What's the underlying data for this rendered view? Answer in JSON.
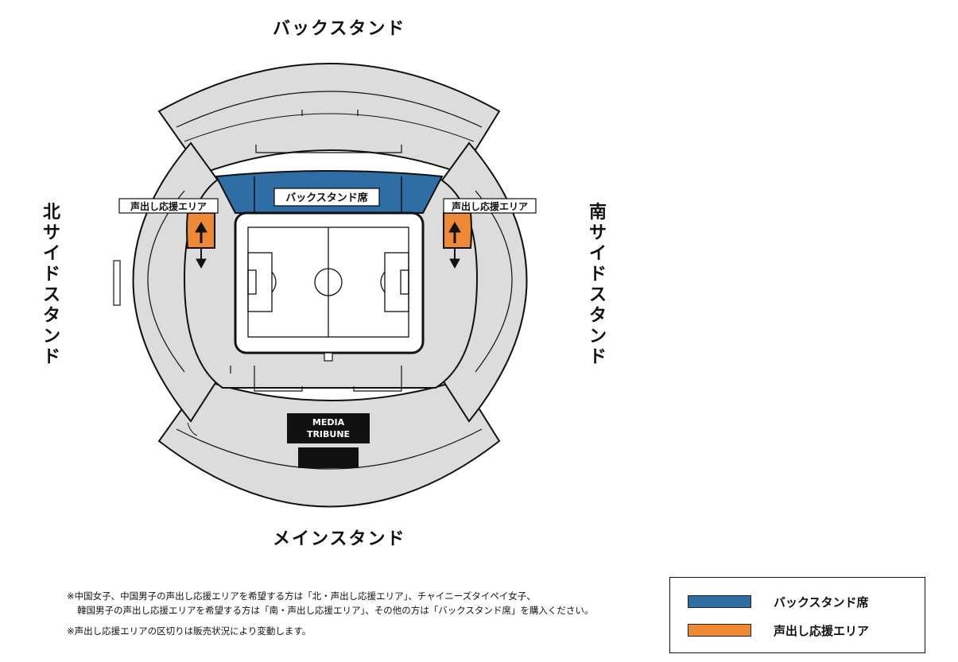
{
  "stands": {
    "back": "バックスタンド",
    "main": "メインスタンド",
    "north": "北サイドスタンド",
    "south": "南サイドスタンド"
  },
  "sections": {
    "back_seat": "バックスタンド席",
    "cheer_north": "声出し応援エリア",
    "cheer_south": "声出し応援エリア",
    "media_line1": "MEDIA",
    "media_line2": "TRIBUNE"
  },
  "notes": {
    "line1": "※中国女子、中国男子の声出し応援エリアを希望する方は「北・声出し応援エリア」、チャイニーズタイペイ女子、",
    "line2": "韓国男子の声出し応援エリアを希望する方は「南・声出し応援エリア」、その他の方は「バックスタンド席」を購入ください。",
    "line3": "※声出し応援エリアの区切りは販売状況により変動します。"
  },
  "legend": {
    "items": [
      {
        "label": "バックスタンド席",
        "color": "#2f6ea5"
      },
      {
        "label": "声出し応援エリア",
        "color": "#ee8a35"
      }
    ]
  },
  "colors": {
    "seat_gray": "#dcdcdc",
    "back_blue": "#2f6ea5",
    "cheer_orange": "#ee8a35",
    "media_black": "#111111"
  }
}
